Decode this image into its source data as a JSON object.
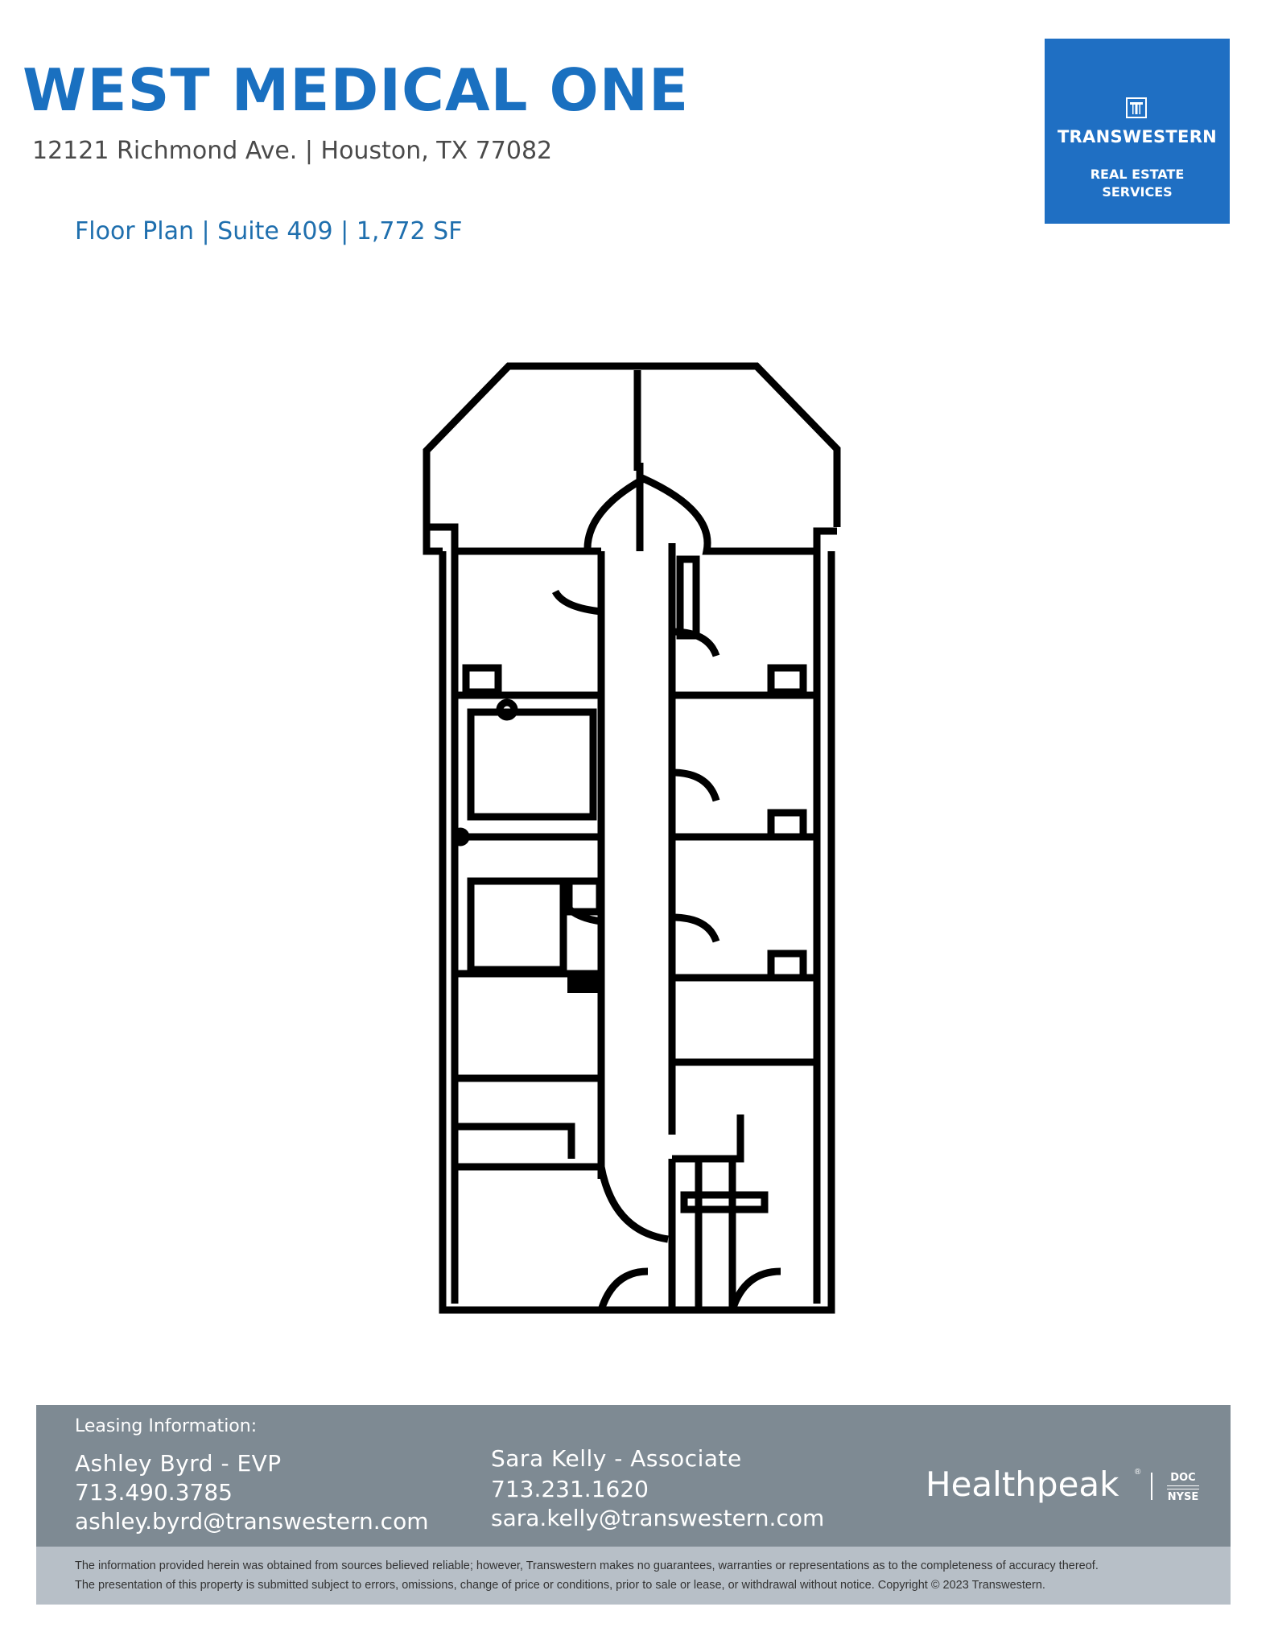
{
  "header": {
    "title": "WEST MEDICAL ONE",
    "address": "12121 Richmond Ave. | Houston, TX 77082",
    "floor_plan_caption": "Floor Plan | Suite 409 | 1,772 SF"
  },
  "brand_logo": {
    "name": "TRANSWESTERN",
    "subtitle_line1": "REAL ESTATE",
    "subtitle_line2": "SERVICES",
    "background_color": "#1f6fc3",
    "icon": "t-building-icon"
  },
  "colors": {
    "title_blue": "#1a70c0",
    "footer_gray": "#7e8a93",
    "disclaimer_gray": "#b7bfc7"
  },
  "leasing": {
    "label": "Leasing Information:",
    "contacts": [
      {
        "name": "Ashley Byrd - EVP",
        "phone": "713.490.3785",
        "email": "ashley.byrd@transwestern.com"
      },
      {
        "name": "Sara Kelly - Associate",
        "phone": "713.231.1620",
        "email": "sara.kelly@transwestern.com"
      }
    ]
  },
  "partner_logo": {
    "name": "Healthpeak",
    "ticker_top": "DOC",
    "ticker_bottom": "NYSE"
  },
  "disclaimer": {
    "line1": "The information provided herein was obtained from sources believed reliable; however, Transwestern makes no guarantees, warranties or representations as to the completeness of accuracy thereof.",
    "line2": "The presentation of this property is submitted subject to errors, omissions, change of price or conditions, prior to sale or lease, or withdrawal without notice. Copyright © 2023 Transwestern."
  }
}
